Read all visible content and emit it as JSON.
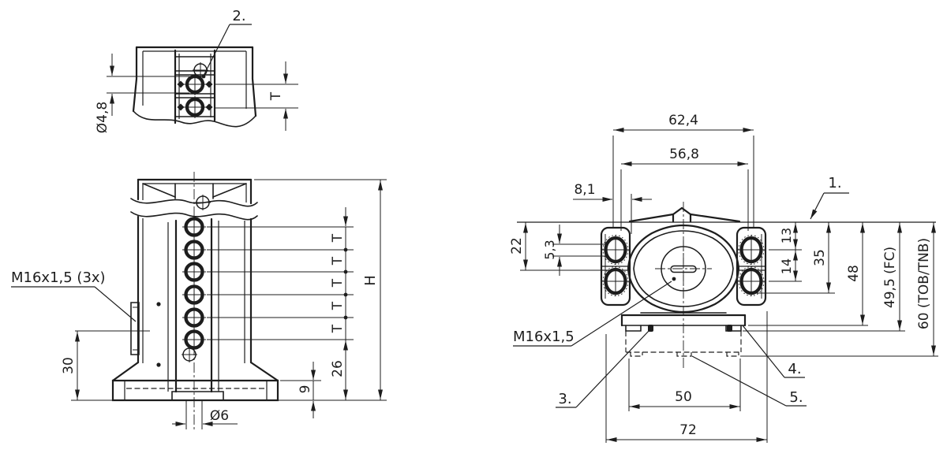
{
  "drawing": {
    "colors": {
      "background": "#ffffff",
      "ink": "#1d1d1d"
    },
    "callouts": {
      "c1": "1.",
      "c2": "2.",
      "c3": "3.",
      "c4": "4.",
      "c5": "5."
    },
    "detail_view": {
      "dia_48": "Ø4,8",
      "pitch_t": "T"
    },
    "side_view": {
      "thread_3x": "M16x1,5 (3x)",
      "dim_30": "30",
      "pitch_t": "T",
      "height_h": "H",
      "dim_26": "26",
      "dim_9": "9",
      "dia_6": "Ø6"
    },
    "front_view": {
      "dim_62_4": "62,4",
      "dim_56_8": "56,8",
      "dim_8_1": "8,1",
      "dim_22": "22",
      "dim_5_3": "5,3",
      "thread": "M16x1,5",
      "dim_13": "13",
      "dim_14": "14",
      "dim_35": "35",
      "dim_48": "48",
      "dim_49_5": "49,5 (FC)",
      "dim_60": "60 (TOB/TNB)",
      "dim_50": "50",
      "dim_72": "72"
    }
  }
}
